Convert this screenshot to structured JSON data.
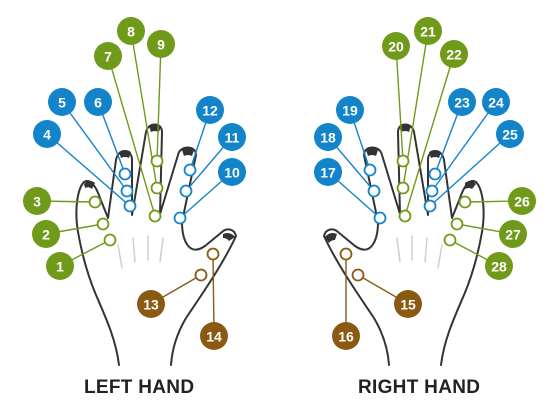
{
  "titles": {
    "left": "LEFT HAND",
    "right": "RIGHT HAND"
  },
  "colors": {
    "blue": "#1384c9",
    "green": "#6f9a1a",
    "brown": "#8a5a12",
    "outline": "#333333"
  },
  "icons": {
    "hand": "hand-outline-icon",
    "marker": "ring-marker-icon"
  },
  "left_points": [
    {
      "n": "1",
      "c": "green"
    },
    {
      "n": "2",
      "c": "green"
    },
    {
      "n": "3",
      "c": "green"
    },
    {
      "n": "4",
      "c": "blue"
    },
    {
      "n": "5",
      "c": "blue"
    },
    {
      "n": "6",
      "c": "blue"
    },
    {
      "n": "7",
      "c": "green"
    },
    {
      "n": "8",
      "c": "green"
    },
    {
      "n": "9",
      "c": "green"
    },
    {
      "n": "10",
      "c": "blue"
    },
    {
      "n": "11",
      "c": "blue"
    },
    {
      "n": "12",
      "c": "blue"
    },
    {
      "n": "13",
      "c": "brown"
    },
    {
      "n": "14",
      "c": "brown"
    }
  ],
  "right_points": [
    {
      "n": "15",
      "c": "brown"
    },
    {
      "n": "16",
      "c": "brown"
    },
    {
      "n": "17",
      "c": "blue"
    },
    {
      "n": "18",
      "c": "blue"
    },
    {
      "n": "19",
      "c": "blue"
    },
    {
      "n": "20",
      "c": "green"
    },
    {
      "n": "21",
      "c": "green"
    },
    {
      "n": "22",
      "c": "green"
    },
    {
      "n": "23",
      "c": "blue"
    },
    {
      "n": "24",
      "c": "blue"
    },
    {
      "n": "25",
      "c": "blue"
    },
    {
      "n": "26",
      "c": "green"
    },
    {
      "n": "27",
      "c": "green"
    },
    {
      "n": "28",
      "c": "green"
    }
  ]
}
